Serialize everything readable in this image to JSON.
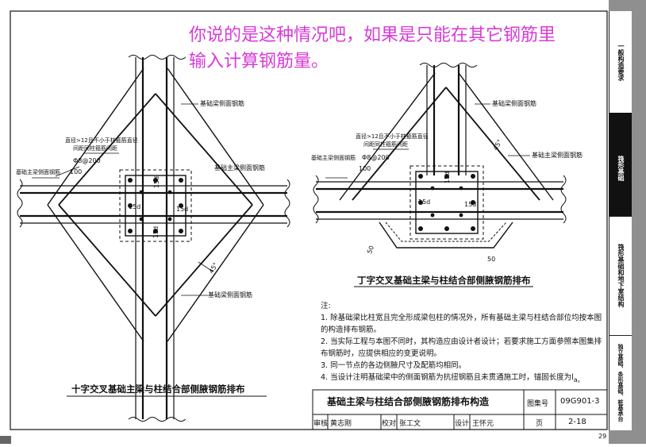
{
  "overlay": {
    "line1": "你说的是这种情况吧，如果是只能在其它钢筋里",
    "line2": "输入计算钢筋量。"
  },
  "left_drawing": {
    "label_top": "基础梁侧面钢筋",
    "label_note_1": "直径>12且不小于柱箍筋直径",
    "label_note_2": "间距同柱箍筋间距",
    "label_stirrup": "Φ8@200",
    "label_100": "100",
    "label_side_left": "基础主梁侧面钢筋",
    "label_right": "基础主梁侧面钢筋",
    "label_bottom": "基础梁侧面钢筋",
    "dim_15d_top": "15d",
    "dim_15d_left": "15d",
    "dim_15d_right": "15d",
    "dim_15d_bottom": "15d",
    "angle": "45°",
    "caption": "十字交叉基础主梁与柱结合部侧腋钢筋排布"
  },
  "right_drawing": {
    "label_top": "基础梁侧面钢筋",
    "label_note_1": "直径>12且不小于柱箍筋直径",
    "label_note_2": "间距同柱箍筋间距",
    "label_stirrup": "Φ8@200",
    "label_100": "100",
    "label_side_left": "基础主梁侧面钢筋",
    "label_right": "基础主梁侧面钢筋",
    "dim_15d_top": "15d",
    "dim_15d_left": "15d",
    "dim_15d_right": "15d",
    "dim_50_left": "50",
    "dim_50_right": "50",
    "angle": "45°",
    "caption": "丁字交叉基础主梁与柱结合部侧腋钢筋排布"
  },
  "notes": {
    "heading": "注:",
    "items": [
      "1. 除基础梁比柱宽且完全形成梁包柱的情况外，所有基础主梁与柱结合部位均按本图",
      "    的构造排布钢筋。",
      "2. 当实际工程与本图不同时，其构造应由设计者设计；若要求施工方面参照本图集排",
      "    布钢筋时，应提供相应的变更说明。",
      "3. 同一节点的各边侧腋尺寸及配筋均相同。",
      "4. 当设计注明基础梁中的侧面钢筋为抗扭钢筋且未贯通施工时，锚固长度为l",
      "a。"
    ]
  },
  "title_block": {
    "title": "基础主梁与柱结合部侧腋钢筋排布构造",
    "atlas_label": "图集号",
    "atlas_no": "09G901-3",
    "review_label": "审核",
    "reviewer": "黄志刚",
    "check_label": "校对",
    "checker": "张工文",
    "design_label": "设计",
    "designer": "王怀元",
    "page_label": "页",
    "page_no": "2-18"
  },
  "sidebar": {
    "sections": [
      "一般构造要求",
      "筏形基础",
      "筏形基础和地下室结构",
      "独立基础、条形基础、桩基承台"
    ]
  },
  "page_number": "29"
}
